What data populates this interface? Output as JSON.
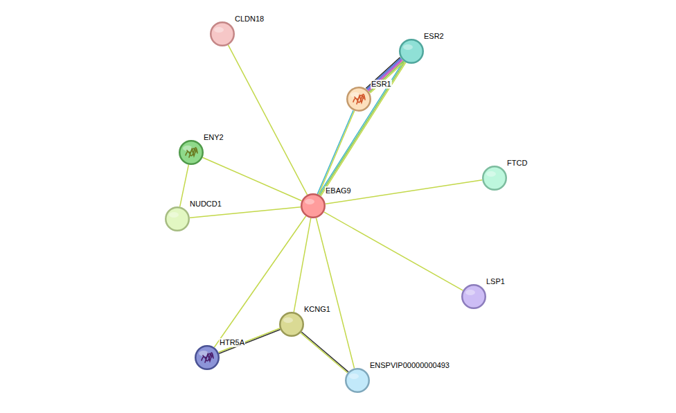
{
  "diagram": {
    "nodes": [
      {
        "text": [
          "CLDN18"
        ]
      },
      {
        "text": [
          "ESR2"
        ]
      },
      {
        "text": [
          "ESR1"
        ]
      },
      {
        "text": [
          "ENY2"
        ]
      },
      {
        "text": [
          "EBAG9"
        ]
      },
      {
        "text": [
          "NUDCD1"
        ]
      },
      {
        "text": [
          "FTCD"
        ]
      },
      {
        "text": [
          "LSP1"
        ]
      },
      {
        "text": [
          "KCNG1"
        ]
      },
      {
        "text": [
          "HTR5A"
        ]
      },
      {
        "text": [
          "ENSPVIP00000000493"
        ]
      }
    ],
    "edges": [
      {
        "from": 4,
        "to": 0,
        "arrow": "none"
      },
      {
        "from": 4,
        "to": 1,
        "arrow": "none"
      },
      {
        "from": 4,
        "to": 2,
        "arrow": "none"
      },
      {
        "from": 2,
        "to": 1,
        "arrow": "none"
      },
      {
        "from": 4,
        "to": 3,
        "arrow": "none"
      },
      {
        "from": 4,
        "to": 5,
        "arrow": "none"
      },
      {
        "from": 3,
        "to": 5,
        "arrow": "none"
      },
      {
        "from": 4,
        "to": 6,
        "arrow": "none"
      },
      {
        "from": 4,
        "to": 7,
        "arrow": "none"
      },
      {
        "from": 4,
        "to": 9,
        "arrow": "none"
      },
      {
        "from": 4,
        "to": 8,
        "arrow": "none"
      },
      {
        "from": 4,
        "to": 10,
        "arrow": "none"
      },
      {
        "from": 8,
        "to": 9,
        "arrow": "none"
      },
      {
        "from": 8,
        "to": 10,
        "arrow": "none"
      }
    ]
  }
}
